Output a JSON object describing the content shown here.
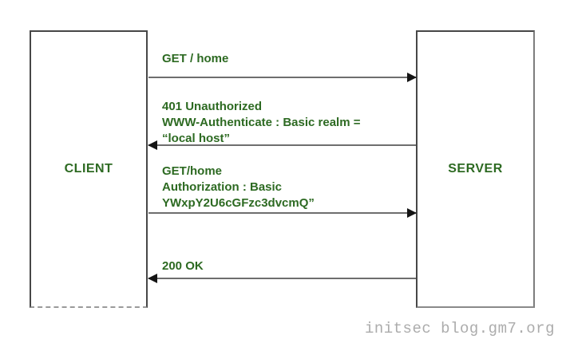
{
  "diagram": {
    "client_label": "CLIENT",
    "server_label": "SERVER",
    "messages": [
      {
        "direction": "right",
        "lines": [
          "GET / home"
        ]
      },
      {
        "direction": "left",
        "lines": [
          "401 Unauthorized",
          "WWW-Authenticate : Basic realm =",
          "“local host”"
        ]
      },
      {
        "direction": "right",
        "lines": [
          "GET/home",
          "Authorization : Basic",
          "YWxpY2U6cGFzc3dvcmQ”"
        ]
      },
      {
        "direction": "left",
        "lines": [
          "200 OK"
        ]
      }
    ],
    "watermark": "initsec blog.gm7.org",
    "colors": {
      "text_green": "#2d6a22",
      "arrow_line_gray": "#6e6e6e",
      "arrowhead_black": "#141414",
      "box_border": "#474747",
      "watermark_gray": "#acacac"
    }
  }
}
